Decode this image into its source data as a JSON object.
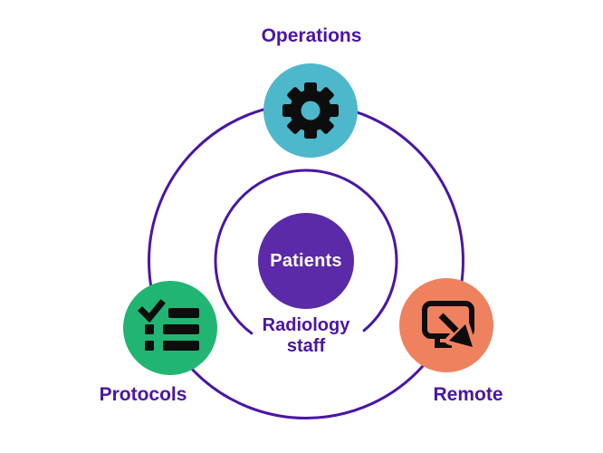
{
  "diagram": {
    "background": "#ffffff",
    "center": {
      "label": "Patients",
      "fill_color": "#5b2aa8",
      "text_color": "#ffffff"
    },
    "inner_ring": {
      "label": "Radiology staff",
      "color": "#4a16a5",
      "gap_position": "bottom"
    },
    "outer_ring": {
      "color": "#4a16a5"
    },
    "nodes": {
      "operations": {
        "label": "Operations",
        "icon": "gear-icon",
        "color": "#4db8cb",
        "position": "top"
      },
      "protocols": {
        "label": "Protocols",
        "icon": "checklist-icon",
        "color": "#21b573",
        "position": "bottom-left"
      },
      "remote": {
        "label": "Remote",
        "icon": "remote-access-icon",
        "color": "#f0815f",
        "position": "bottom-right"
      }
    },
    "label_color": "#4a16a5",
    "icon_color": "#0d0d0d"
  }
}
